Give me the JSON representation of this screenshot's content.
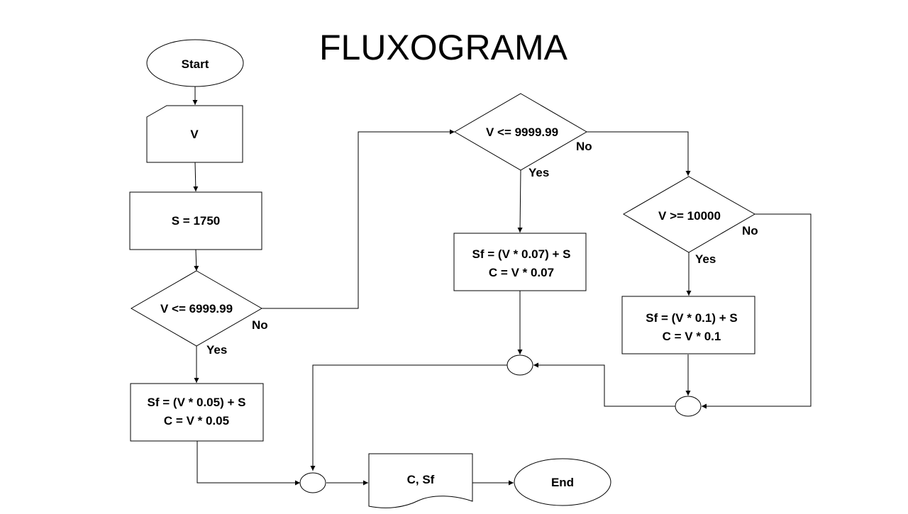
{
  "title": "FLUXOGRAMA",
  "nodes": {
    "start": "Start",
    "input_v": "V",
    "assign_s": "S = 1750",
    "decision1": "V <= 6999.99",
    "process1_line1": "Sf = (V * 0.05) + S",
    "process1_line2": "C = V * 0.05",
    "decision2": "V <= 9999.99",
    "process2_line1": "Sf = (V * 0.07) + S",
    "process2_line2": "C = V * 0.07",
    "decision3": "V >= 10000",
    "process3_line1": "Sf = (V * 0.1) + S",
    "process3_line2": "C = V * 0.1",
    "output": "C, Sf",
    "end": "End"
  },
  "branches": {
    "d1_yes": "Yes",
    "d1_no": "No",
    "d2_yes": "Yes",
    "d2_no": "No",
    "d3_yes": "Yes",
    "d3_no": "No"
  }
}
